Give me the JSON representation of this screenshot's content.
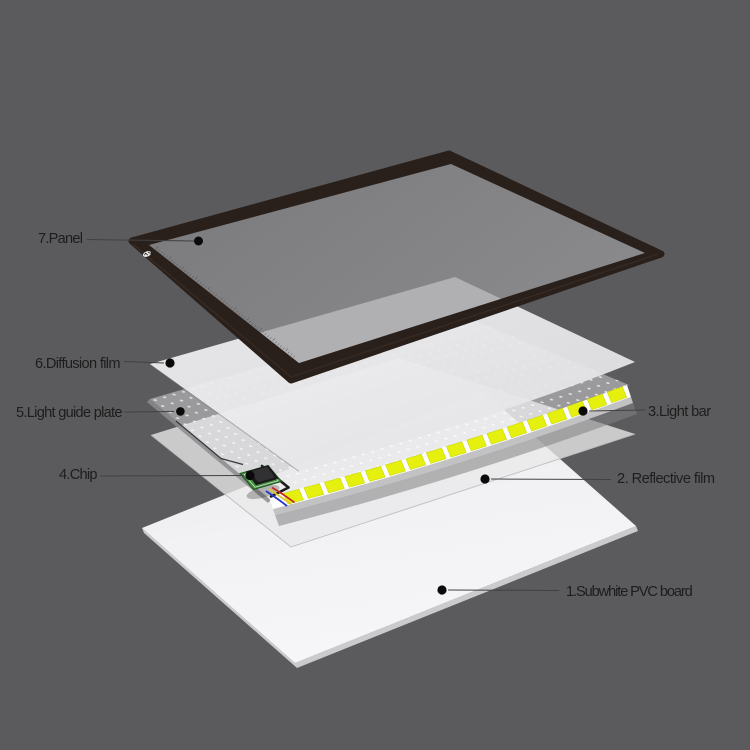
{
  "diagram": {
    "type": "exploded-view product diagram of an LED tracing light pad",
    "led_count": 17,
    "labels": [
      {
        "id": "panel",
        "text": "7.Panel"
      },
      {
        "id": "diffusion-film",
        "text": "6.Diffusion film"
      },
      {
        "id": "light-guide-plate",
        "text": "5.Light guide plate"
      },
      {
        "id": "chip",
        "text": "4.Chip"
      },
      {
        "id": "light-bar",
        "text": "3.Light bar"
      },
      {
        "id": "reflective-film",
        "text": "2. Reflective film"
      },
      {
        "id": "pvc-board",
        "text": "1.Subwhite PVC board"
      }
    ]
  },
  "colors": {
    "background": "#5b5b5d",
    "frame": "#2a201b",
    "frame_edge": "#3c2d25",
    "screen": "#808082",
    "screen_film_glow": "#b0b0b2",
    "led": "#e6f00f",
    "pcb_green": "#3f8a3c",
    "chip_black": "#191919",
    "wire_red": "#c62828",
    "wire_yellow": "#ddc92c",
    "wire_blue": "#2535c5",
    "wire_black": "#1c1c1c",
    "label_text": "#1d1d1d",
    "label_line": "#414141",
    "label_dot": "#0a0a0a"
  }
}
